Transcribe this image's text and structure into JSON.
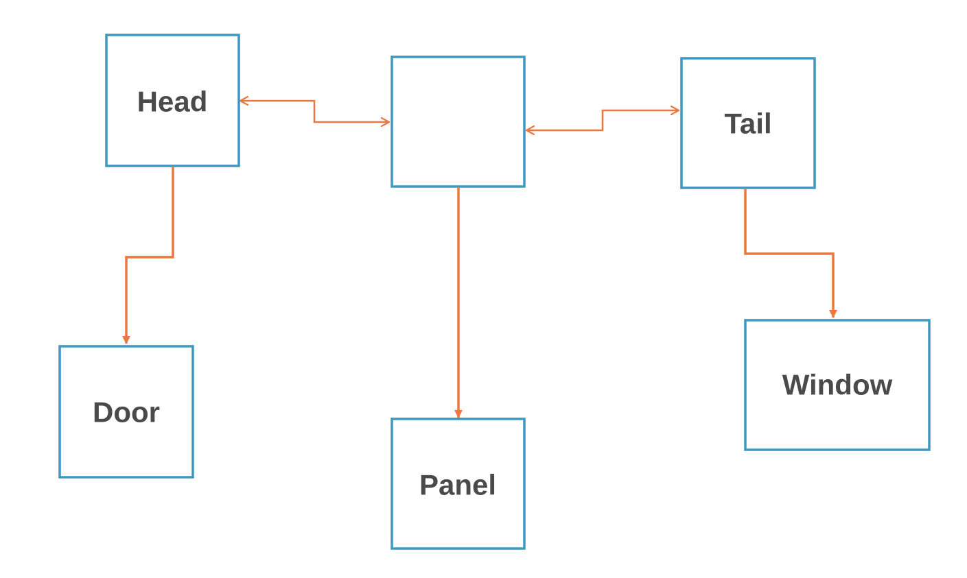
{
  "colors": {
    "box_stroke": "#3d97c1",
    "connector": "#e8783f",
    "label_text": "#4a4a4a",
    "background": "#ffffff"
  },
  "nodes": {
    "head": {
      "label": "Head"
    },
    "middle": {
      "label": ""
    },
    "tail": {
      "label": "Tail"
    },
    "door": {
      "label": "Door"
    },
    "panel": {
      "label": "Panel"
    },
    "window": {
      "label": "Window"
    }
  },
  "edges": [
    {
      "from": "head",
      "to": "middle",
      "direction": "both"
    },
    {
      "from": "middle",
      "to": "tail",
      "direction": "both"
    },
    {
      "from": "head",
      "to": "door",
      "direction": "forward"
    },
    {
      "from": "middle",
      "to": "panel",
      "direction": "forward"
    },
    {
      "from": "tail",
      "to": "window",
      "direction": "forward"
    }
  ]
}
